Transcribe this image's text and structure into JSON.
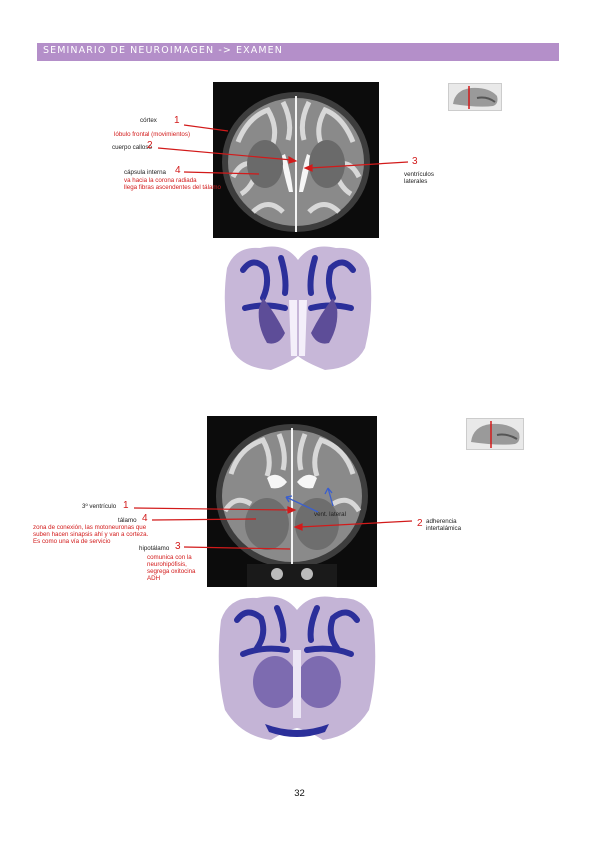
{
  "header": {
    "title": "SEMINARIO DE NEUROIMAGEN -> EXAMEN"
  },
  "figure1": {
    "labels": {
      "cortex": "córtex",
      "cortex_num": "1",
      "frontal": "lóbulo frontal (movimientos)",
      "callosum": "cuerpo calloso",
      "callosum_num": "2",
      "ventricles_num": "3",
      "ventricles_1": "ventrículos",
      "ventricles_2": "laterales",
      "capsule": "cápsula interna",
      "capsule_num": "4",
      "capsule_desc_1": "va hacia la corona radiada",
      "capsule_desc_2": "llega fibras ascendentes del tálamo"
    }
  },
  "figure2": {
    "labels": {
      "third_ventricle": "3º ventrículo",
      "third_ventricle_num": "1",
      "thalamus": "tálamo",
      "thalamus_num": "4",
      "thalamus_desc_1": "zona de conexión, las motoneuronas que",
      "thalamus_desc_2": "suben hacen sinapsis ahí y van a corteza.",
      "thalamus_desc_3": "Es como una vía de servicio",
      "vent_lateral": "vent. lateral",
      "adhesion_num": "2",
      "adhesion_1": "adherencia",
      "adhesion_2": "intertalámica",
      "hypothalamus": "hipotálamo",
      "hypothalamus_num": "3",
      "hypo_desc_1": "comunica con la",
      "hypo_desc_2": "neurohipófisis,",
      "hypo_desc_3": "segrega oxitocina",
      "hypo_desc_4": "ADH"
    }
  },
  "footer": {
    "page_number": "32"
  },
  "colors": {
    "header_bg": "#b48fc9",
    "annotation_red": "#d21a1a",
    "annotation_blue": "#3a5fcf",
    "stain_blue": "#2b2f9a"
  }
}
